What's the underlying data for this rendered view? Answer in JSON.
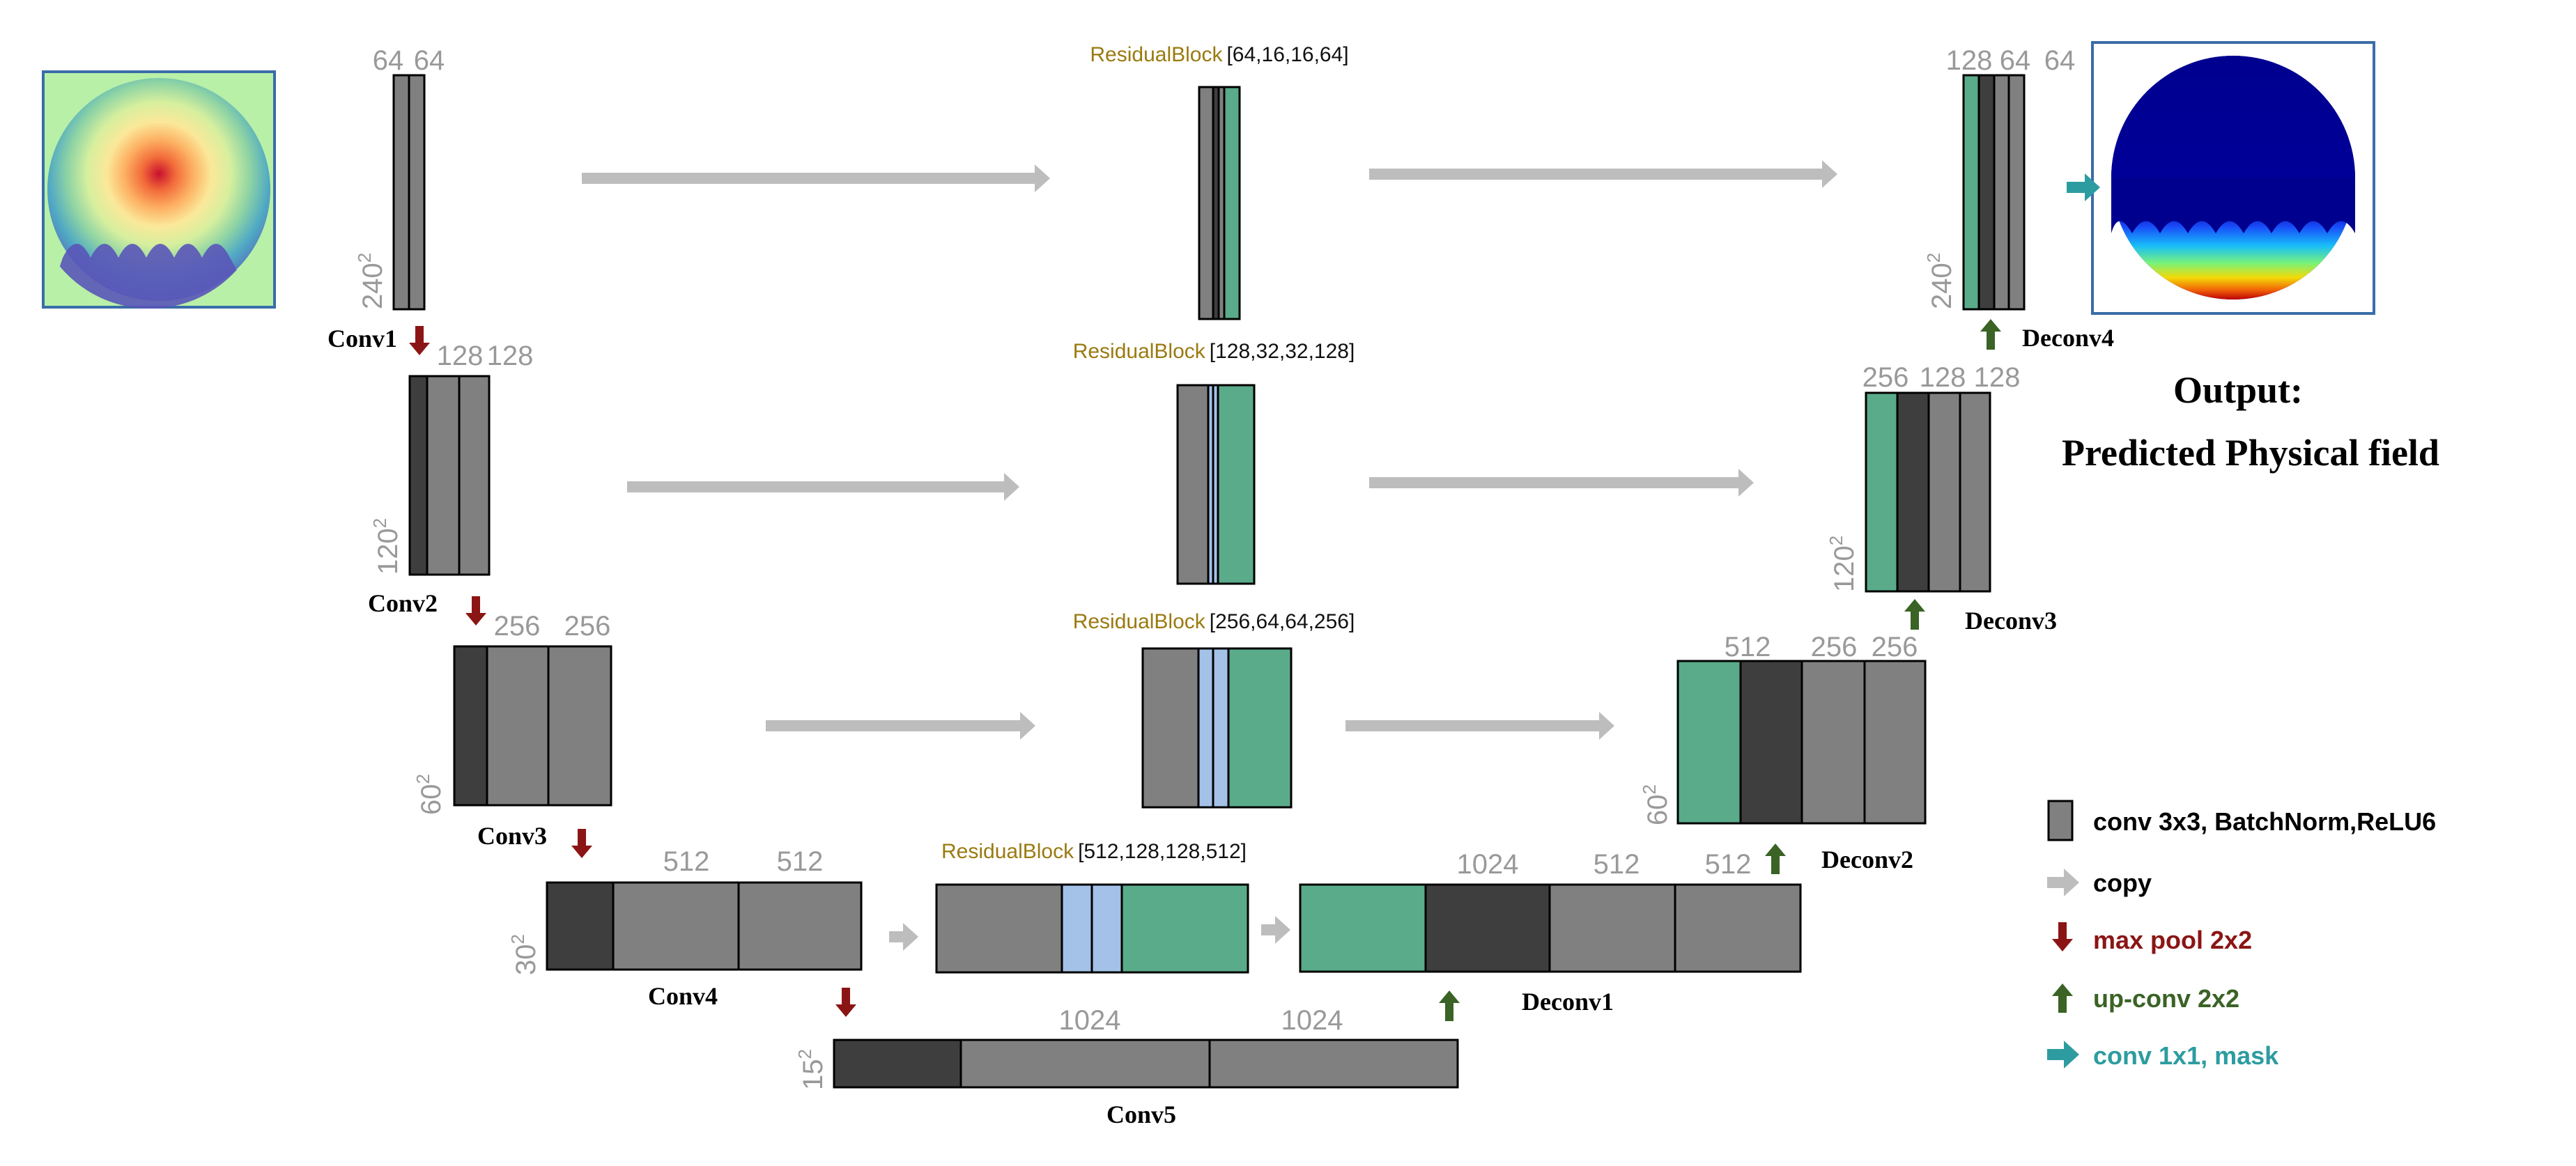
{
  "colors": {
    "conv": "#808080",
    "conv_dark": "#3e3e3e",
    "residual_green": "#5aab8a",
    "residual_blue": "#a4c2e8",
    "copy_arrow": "#bdbdbd",
    "maxpool_arrow": "#8b1515",
    "upconv_arrow": "#3a6325",
    "conv1x1_arrow": "#2d9ca0",
    "dim_text": "#999999"
  },
  "encoder": {
    "conv1": {
      "label": "Conv1",
      "channels": [
        "64",
        "64"
      ],
      "size_base": "240",
      "size_exp": "2"
    },
    "conv2": {
      "label": "Conv2",
      "channels": [
        "128",
        "128"
      ],
      "size_base": "120",
      "size_exp": "2"
    },
    "conv3": {
      "label": "Conv3",
      "channels": [
        "256",
        "256"
      ],
      "size_base": "60",
      "size_exp": "2"
    },
    "conv4": {
      "label": "Conv4",
      "channels": [
        "512",
        "512"
      ],
      "size_base": "30",
      "size_exp": "2"
    },
    "conv5": {
      "label": "Conv5",
      "channels": [
        "1024",
        "1024"
      ],
      "size_base": "15",
      "size_exp": "2"
    }
  },
  "residual": [
    {
      "name": "ResidualBlock",
      "params": "[64,16,16,64]"
    },
    {
      "name": "ResidualBlock",
      "params": "[128,32,32,128]"
    },
    {
      "name": "ResidualBlock",
      "params": "[256,64,64,256]"
    },
    {
      "name": "ResidualBlock",
      "params": "[512,128,128,512]"
    }
  ],
  "decoder": {
    "deconv1": {
      "label": "Deconv1",
      "channels": [
        "1024",
        "512",
        "512"
      ]
    },
    "deconv2": {
      "label": "Deconv2",
      "channels": [
        "512",
        "256",
        "256"
      ],
      "size_base": "60",
      "size_exp": "2"
    },
    "deconv3": {
      "label": "Deconv3",
      "channels": [
        "256",
        "128",
        "128"
      ],
      "size_base": "120",
      "size_exp": "2"
    },
    "deconv4": {
      "label": "Deconv4",
      "channels": [
        "128",
        "64",
        "64"
      ],
      "size_base": "240",
      "size_exp": "2"
    }
  },
  "output": {
    "line1": "Output:",
    "line2": "Predicted Physical field"
  },
  "legend": [
    {
      "icon": "conv-block-icon",
      "text": "conv 3x3, BatchNorm,ReLU6",
      "color": "#000000"
    },
    {
      "icon": "copy-arrow-icon",
      "text": "copy",
      "color": "#000000"
    },
    {
      "icon": "max-pool-arrow-icon",
      "text": "max pool  2x2",
      "color": "#8b1515"
    },
    {
      "icon": "up-conv-arrow-icon",
      "text": "up-conv  2x2",
      "color": "#3a6325"
    },
    {
      "icon": "conv1x1-arrow-icon",
      "text": "conv 1x1, mask",
      "color": "#2d9ca0"
    }
  ]
}
